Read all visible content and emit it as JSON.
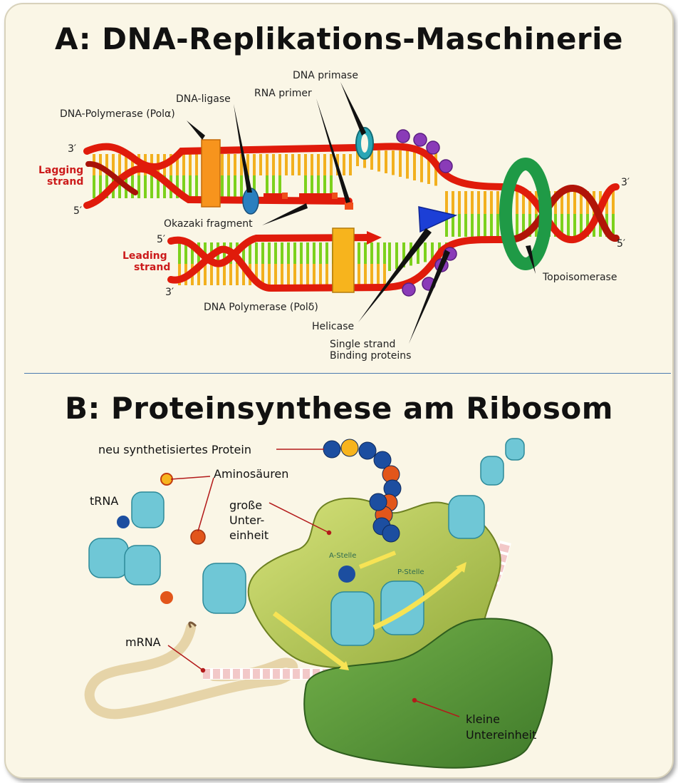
{
  "title_a": "A:   DNA-Replikations-Maschinerie",
  "title_b": "B:  Proteinsynthese am Ribosom",
  "dna": {
    "primase": "DNA primase",
    "ligase": "DNA-ligase",
    "rna_primer": "RNA primer",
    "pol_alpha": "DNA-Polymerase (Polα)",
    "lagging_1": "Lagging",
    "lagging_2": "strand",
    "leading_1": "Leading",
    "leading_2": "strand",
    "okazaki": "Okazaki fragment",
    "pol_delta": "DNA Polymerase (Polδ)",
    "helicase": "Helicase",
    "ssb_1": "Single strand",
    "ssb_2": "Binding proteins",
    "topo": "Topoisomerase",
    "three_prime": "3′",
    "five_prime": "5′"
  },
  "ribosome": {
    "protein": "neu synthetisiertes Protein",
    "aminoacids": "Aminosäuren",
    "trna": "tRNA",
    "large_1": "große",
    "large_2": "Unter-",
    "large_3": "einheit",
    "a_site": "A-Stelle",
    "p_site": "P-Stelle",
    "mrna": "mRNA",
    "small_1": "kleine",
    "small_2": "Untereinheit"
  },
  "colors": {
    "dna_backbone": "#e01b0b",
    "base_yellow": "#f2b01e",
    "base_green": "#7cd11c",
    "polymerase": "#f7941d",
    "topoisomerase": "#1f9a46",
    "helicase": "#1c3fd6",
    "ssb": "#8a3bb8",
    "ribosome_large": "#b7c957",
    "ribosome_small": "#5c9b3a",
    "trna": "#6fc7d6",
    "amino_blue": "#1c4ea0",
    "amino_orange": "#e2561b"
  }
}
